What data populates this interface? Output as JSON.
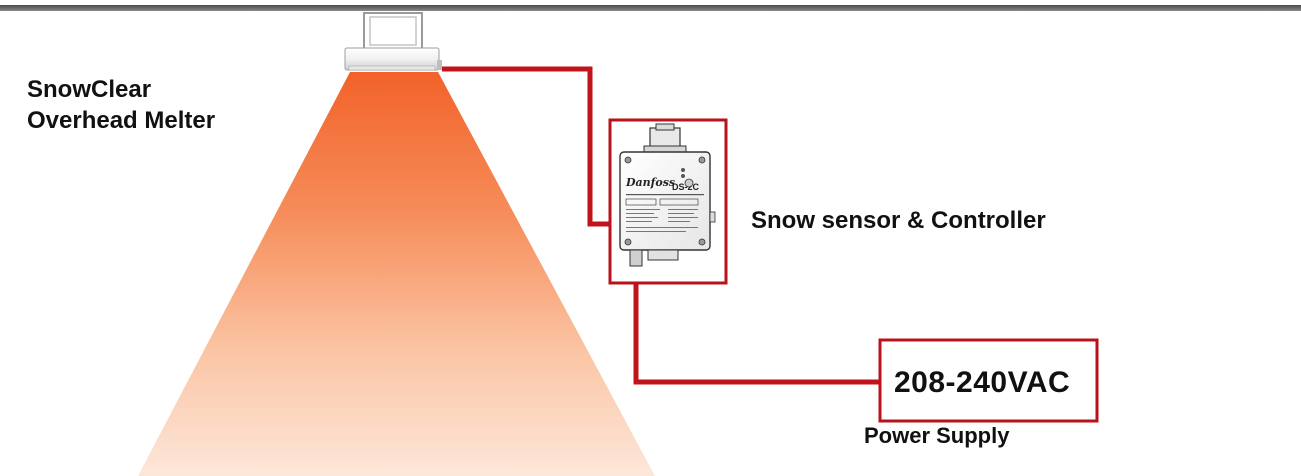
{
  "melter": {
    "line1": "SnowClear",
    "line2": "Overhead Melter"
  },
  "controller": {
    "label": "Snow sensor & Controller",
    "model": "DS-2C",
    "brand": "Danfoss"
  },
  "power_supply": {
    "voltage": "208-240VAC",
    "label": "Power Supply"
  },
  "colors": {
    "wire": "#c0141a",
    "heat_glow": "#f26522",
    "frame": "#b8121b",
    "ceiling": "#666666"
  }
}
